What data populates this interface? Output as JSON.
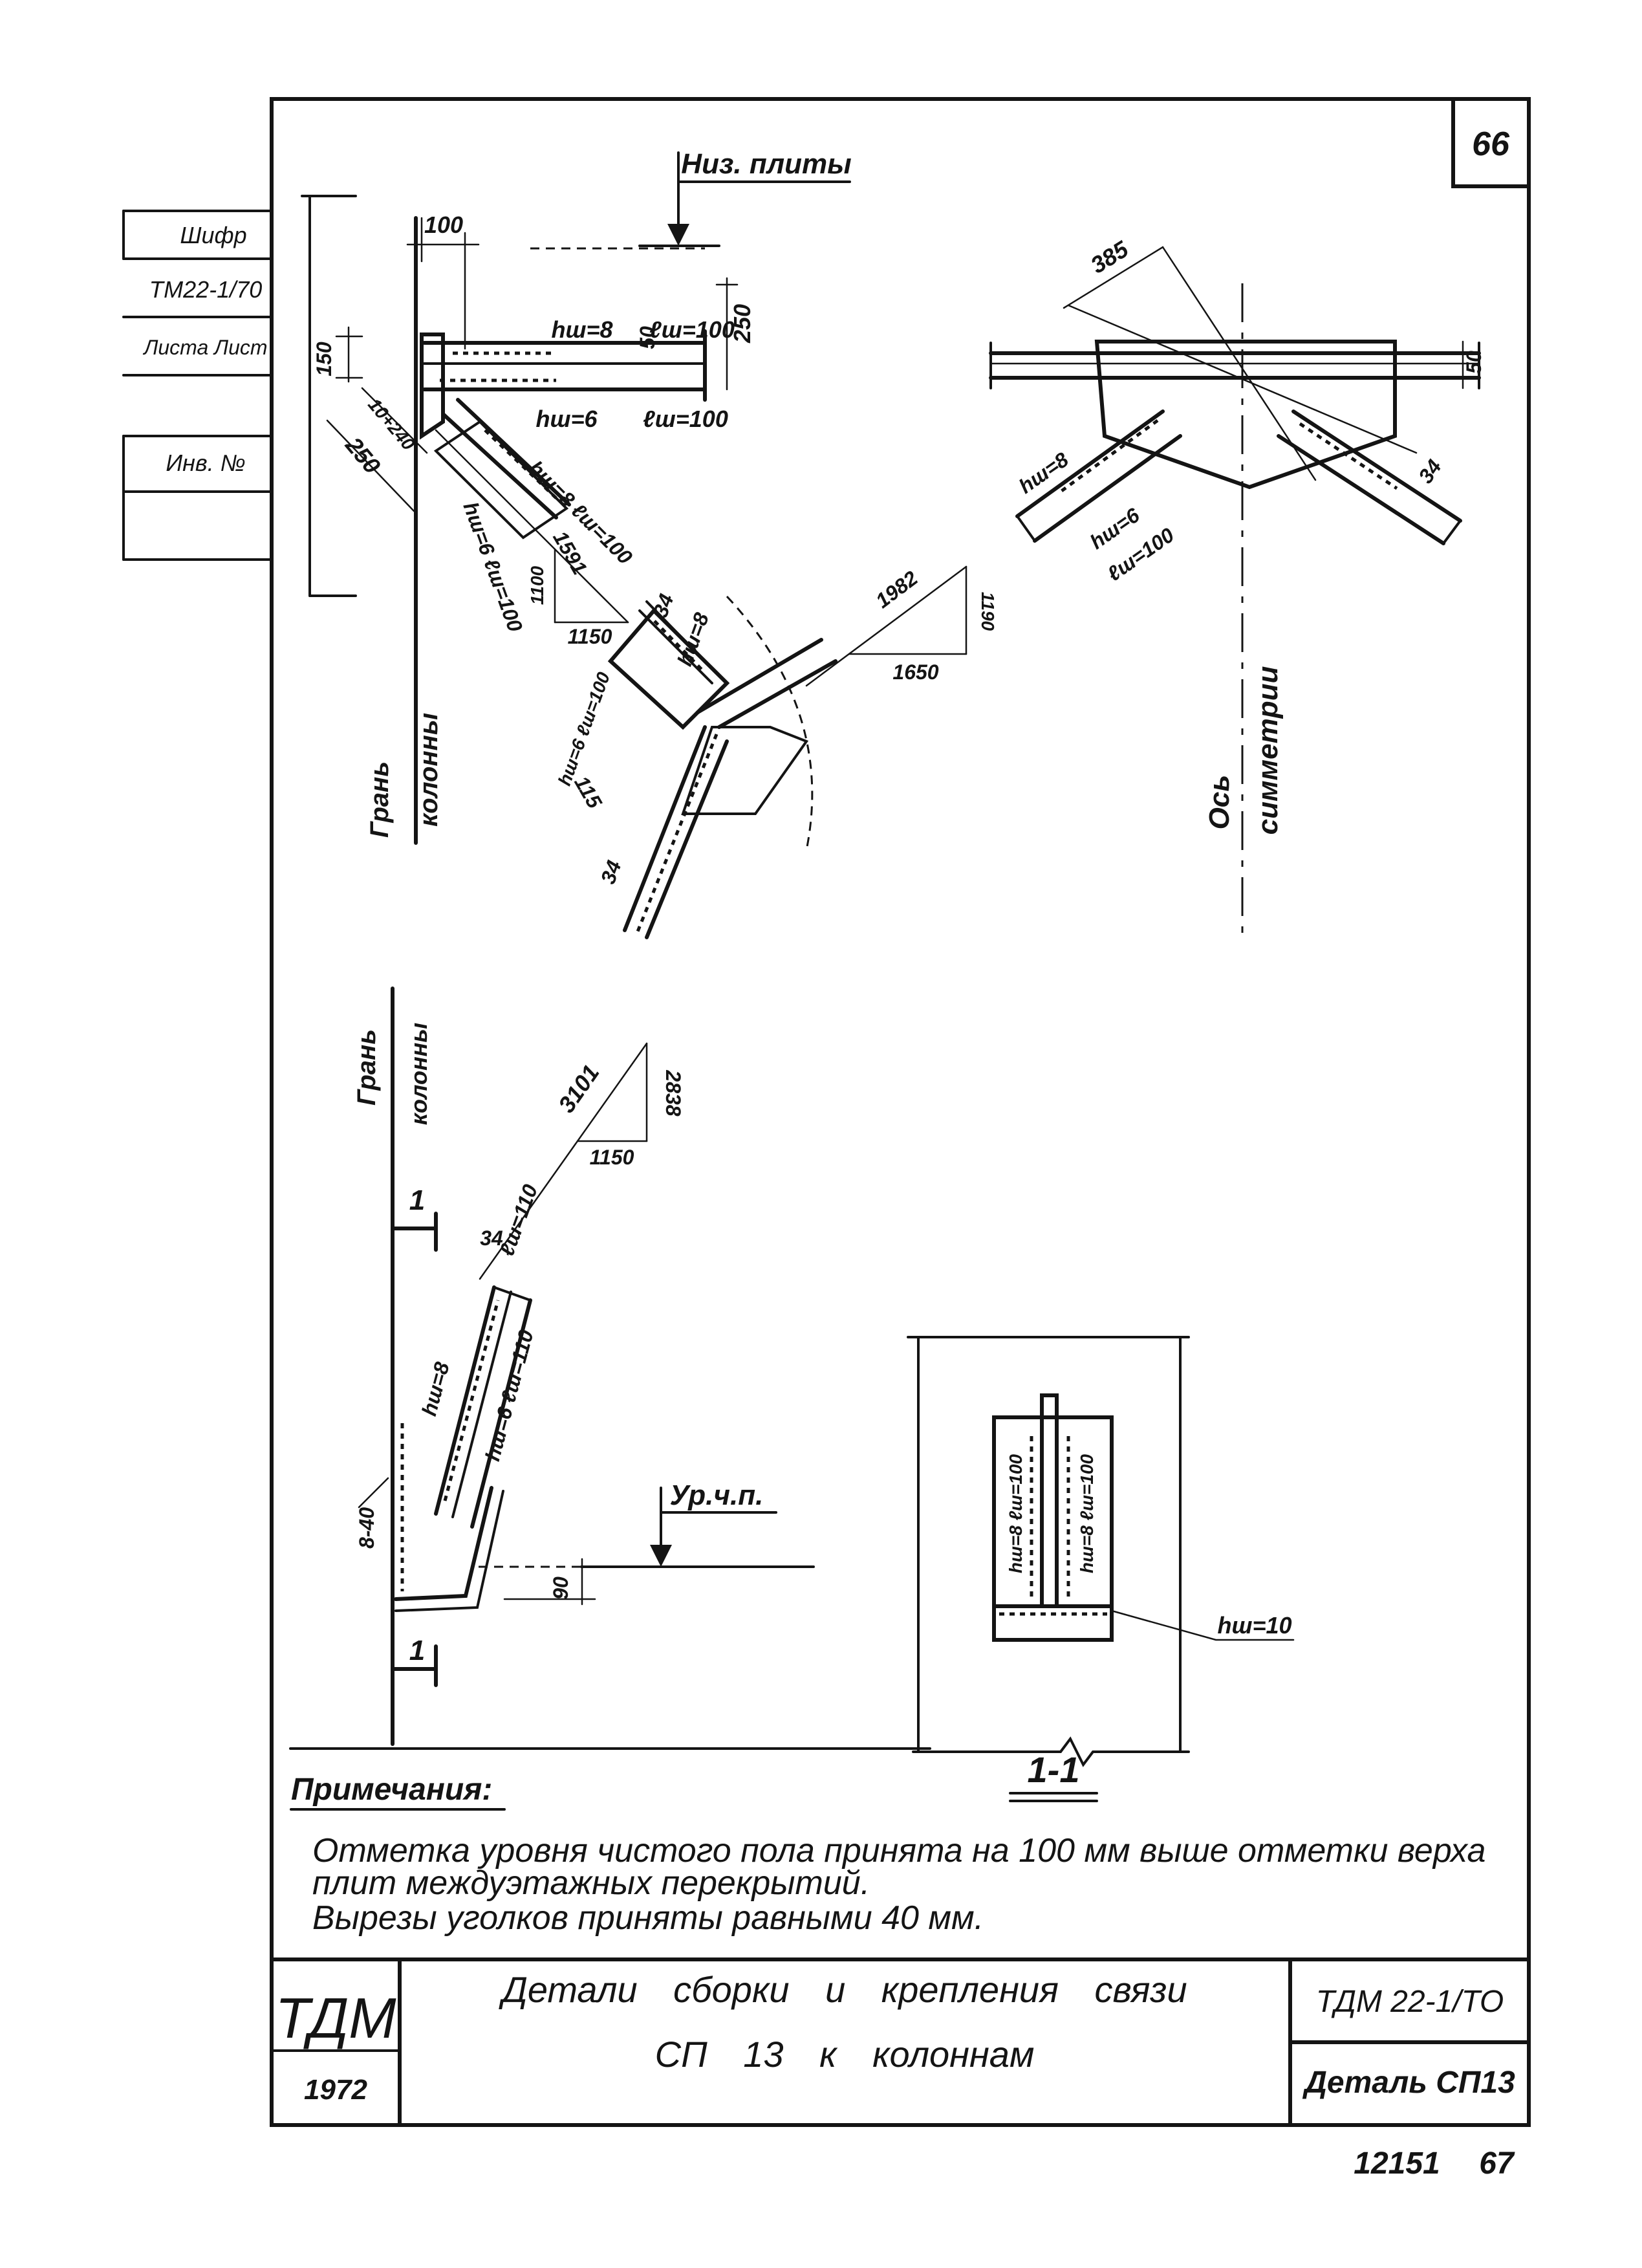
{
  "sheet_number": "66",
  "side_stamp": {
    "cipher": "Шифр",
    "album": "ТМ22-1/70",
    "sheet": "Листа Лист",
    "inv": "Инв. №"
  },
  "node_top_left": {
    "slab_bottom": "Низ. плиты",
    "dim_100": "100",
    "weld_top": "hш=8",
    "dim_50": "50",
    "weld_len_top": "ℓш=100",
    "dim_250": "250",
    "weld_bottom": "hш=6",
    "weld_len_bottom": "ℓш=100",
    "dim_150": "150",
    "dim_250_diag": "250",
    "dim_10_240": "10+240",
    "weld_diag_1": "hш=8 ℓш=100",
    "slope_1_hyp": "1591",
    "weld_diag_2": "hш=6 ℓш=100",
    "slope_1_v": "1100",
    "slope_1_h": "1150",
    "dim_34_a": "34",
    "weld_diag_3": "hш=8",
    "weld_diag_4": "hш=6 ℓш=100",
    "dim_115": "115",
    "dim_34_b": "34",
    "slope_2_hyp": "1982",
    "slope_2_v": "1190",
    "slope_2_h": "1650",
    "face_label_1": "Грань",
    "face_label_2": "колонны"
  },
  "node_right": {
    "dim_385": "385",
    "dim_50": "50",
    "weld_a": "hш=8",
    "weld_b": "hш=6",
    "weld_b_len": "ℓш=100",
    "dim_34": "34",
    "axis_label_1": "Ось",
    "axis_label_2": "симметрии"
  },
  "node_bottom": {
    "face_label_1": "Грань",
    "face_label_2": "колонны",
    "slope_hyp": "3101",
    "slope_v": "2838",
    "slope_h": "1150",
    "cut_mark_top": "1",
    "dim_34": "34",
    "weld_len_a": "ℓш=110",
    "weld_a": "hш=8",
    "weld_b": "hш=6 ℓш=110",
    "cut_depth": "8-40",
    "floor_level": "Ур.ч.п.",
    "dim_90": "90",
    "cut_mark_bottom": "1"
  },
  "section_1_1": {
    "weld_left": "hш=8 ℓш=100",
    "weld_right": "hш=8 ℓш=100",
    "weld_base": "hш=10",
    "title": "1-1"
  },
  "notes": {
    "heading": "Примечания:",
    "line1": "Отметка уровня чистого пола принята на 100 мм выше отметки верха",
    "line2": "плит междуэтажных перекрытий.",
    "line3": "Вырезы уголков приняты равными 40 мм."
  },
  "title_block": {
    "org": "ТДМ",
    "year": "1972",
    "title_line1": "Детали сборки и крепления связи",
    "title_line2": "СП 13 к колоннам",
    "code": "ТДМ 22-1/ТО",
    "detail": "Деталь СП13"
  },
  "footer": {
    "inv_number": "12151",
    "page": "67"
  }
}
